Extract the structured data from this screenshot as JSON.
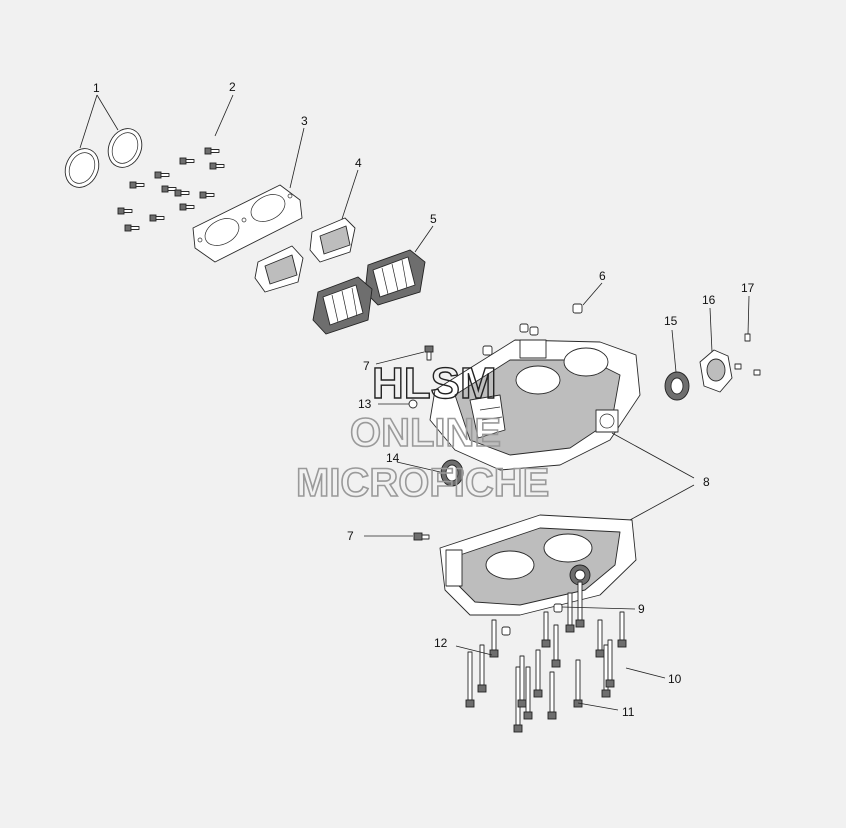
{
  "diagram": {
    "callouts": [
      {
        "id": "c1",
        "label": "1"
      },
      {
        "id": "c2",
        "label": "2"
      },
      {
        "id": "c3",
        "label": "3"
      },
      {
        "id": "c4",
        "label": "4"
      },
      {
        "id": "c5",
        "label": "5"
      },
      {
        "id": "c6",
        "label": "6"
      },
      {
        "id": "c7a",
        "label": "7"
      },
      {
        "id": "c7b",
        "label": "7"
      },
      {
        "id": "c8",
        "label": "8"
      },
      {
        "id": "c9",
        "label": "9"
      },
      {
        "id": "c10",
        "label": "10"
      },
      {
        "id": "c11",
        "label": "11"
      },
      {
        "id": "c12",
        "label": "12"
      },
      {
        "id": "c13",
        "label": "13"
      },
      {
        "id": "c14",
        "label": "14"
      },
      {
        "id": "c15",
        "label": "15"
      },
      {
        "id": "c16",
        "label": "16"
      },
      {
        "id": "c17",
        "label": "17"
      }
    ]
  },
  "watermark": {
    "line1": "HLSM",
    "line2": "ONLINE",
    "line3": "MICROFICHE"
  }
}
